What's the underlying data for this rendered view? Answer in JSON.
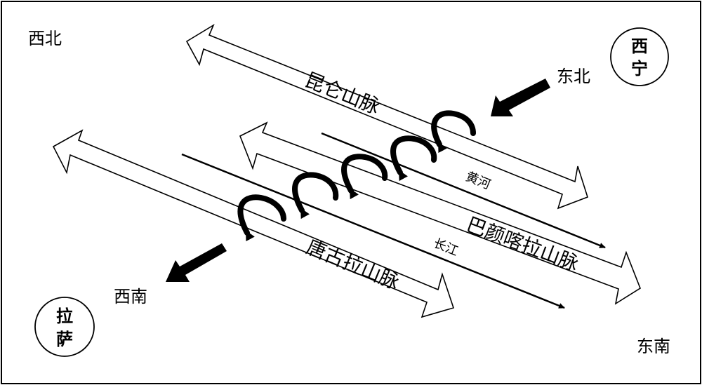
{
  "directions": {
    "northwest": "西北",
    "northeast": "东北",
    "southwest": "西南",
    "southeast": "东南"
  },
  "cities": {
    "xining": {
      "line1": "西",
      "line2": "宁"
    },
    "lhasa": {
      "line1": "拉",
      "line2": "萨"
    }
  },
  "mountains": {
    "kunlun": "昆仑山脉",
    "bayan_har": "巴颜喀拉山脉",
    "tanggula": "唐古拉山脉"
  },
  "rivers": {
    "yellow": "黄河",
    "yangtze": "长江"
  },
  "colors": {
    "stroke": "#000000",
    "background": "#ffffff"
  }
}
